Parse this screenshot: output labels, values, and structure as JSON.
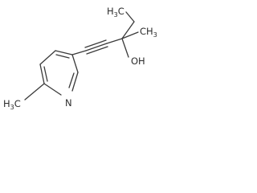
{
  "molecule": {
    "labels": {
      "ethyl_methyl": "H3C",
      "methyl_c3": "CH3",
      "hydroxyl": "OH",
      "nitrogen": "N",
      "ring_methyl": "H3C"
    }
  },
  "colors": {
    "bond": "#3a3a3a",
    "text": "#2c2c2c",
    "background": "#ffffff"
  }
}
